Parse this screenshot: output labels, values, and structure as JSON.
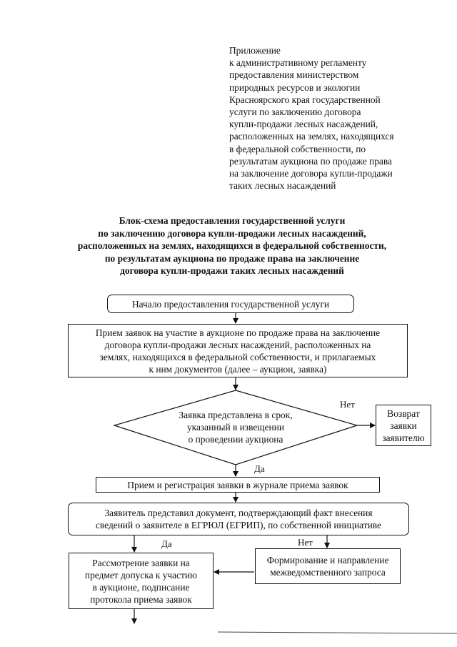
{
  "appendix": {
    "lines": [
      "Приложение",
      "к административному регламенту",
      "предоставления министерством",
      "природных ресурсов и экологии",
      "Красноярского края государственной",
      "услуги по заключению договора",
      "купли-продажи лесных насаждений,",
      "расположенных на землях, находящихся",
      "в федеральной собственности, по",
      "результатам аукциона по продаже права",
      "на заключение договора купли-продажи",
      "таких лесных насаждений"
    ]
  },
  "title": {
    "lines": [
      "Блок-схема предоставления государственной услуги",
      "по заключению договора купли-продажи лесных насаждений,",
      "расположенных на землях, находящихся в федеральной собственности,",
      "по результатам аукциона по продаже права на заключение",
      "договора купли-продажи таких лесных насаждений"
    ]
  },
  "flow": {
    "start": "Начало предоставления государственной услуги",
    "receive": [
      "Прием заявок на участие в аукционе по продаже права на заключение",
      "договора купли-продажи лесных насаждений, расположенных на",
      "землях, находящихся в федеральной собственности, и прилагаемых",
      "к ним документов (далее – аукцион, заявка)"
    ],
    "decision": [
      "Заявка представлена в срок,",
      "указанный в извещении",
      "о проведении аукциона"
    ],
    "return": [
      "Возврат",
      "заявки",
      "заявителю"
    ],
    "register": "Прием и регистрация заявки в журнале приема заявок",
    "applicant": [
      "Заявитель представил документ, подтверждающий факт внесения",
      "сведений о заявителе в ЕГРЮЛ (ЕГРИП), по собственной инициативе"
    ],
    "review": [
      "Рассмотрение заявки на",
      "предмет допуска к участию",
      "в аукционе, подписание",
      "протокола приема заявок"
    ],
    "interagency": [
      "Формирование и направление",
      "межведомственного запроса"
    ],
    "labels": {
      "no1": "Нет",
      "yes1": "Да",
      "yes2": "Да",
      "no2": "Нет"
    }
  }
}
